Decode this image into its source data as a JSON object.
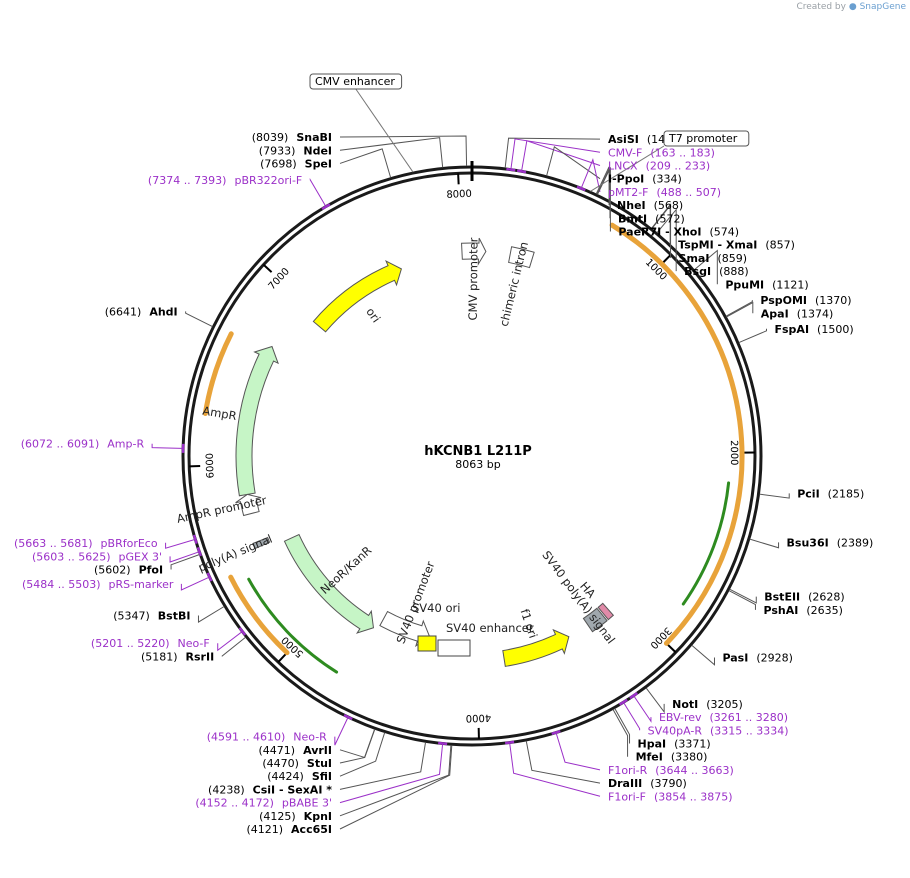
{
  "credit": {
    "prefix": "Created by",
    "brand": "SnapGene"
  },
  "plasmid": {
    "name": "hKCNB1 L211P",
    "size_label": "8063 bp",
    "length": 8063
  },
  "ticks": [
    {
      "bp": 1000,
      "label": "1000"
    },
    {
      "bp": 2000,
      "label": "2000"
    },
    {
      "bp": 3000,
      "label": "3000"
    },
    {
      "bp": 4000,
      "label": "4000"
    },
    {
      "bp": 5000,
      "label": "5000"
    },
    {
      "bp": 6000,
      "label": "6000"
    },
    {
      "bp": 7000,
      "label": "7000"
    },
    {
      "bp": 8000,
      "label": "8000"
    }
  ],
  "sites": [
    {
      "pos": "(147)",
      "name": "AsiSI",
      "bp": 147,
      "kind": "enzyme",
      "side": "right"
    },
    {
      "pos": "(334)",
      "name": "I-PpoI",
      "bp": 334,
      "kind": "enzyme",
      "side": "right"
    },
    {
      "pos": "(568)",
      "name": "NheI",
      "bp": 568,
      "kind": "enzyme",
      "side": "right"
    },
    {
      "pos": "(572)",
      "name": "BmtI",
      "bp": 572,
      "kind": "enzyme",
      "side": "right"
    },
    {
      "pos": "(574)",
      "name": "PaeR7I - XhoI",
      "bp": 574,
      "kind": "enzyme",
      "side": "right"
    },
    {
      "pos": "(857)",
      "name": "TspMI - XmaI",
      "bp": 857,
      "kind": "enzyme",
      "side": "right"
    },
    {
      "pos": "(859)",
      "name": "SmaI",
      "bp": 859,
      "kind": "enzyme",
      "side": "right"
    },
    {
      "pos": "(888)",
      "name": "BsgI",
      "bp": 888,
      "kind": "enzyme",
      "side": "right"
    },
    {
      "pos": "(1121)",
      "name": "PpuMI",
      "bp": 1121,
      "kind": "enzyme",
      "side": "right"
    },
    {
      "pos": "(1370)",
      "name": "PspOMI",
      "bp": 1370,
      "kind": "enzyme",
      "side": "right"
    },
    {
      "pos": "(1374)",
      "name": "ApaI",
      "bp": 1374,
      "kind": "enzyme",
      "side": "right"
    },
    {
      "pos": "(1500)",
      "name": "FspAI",
      "bp": 1500,
      "kind": "enzyme",
      "side": "right"
    },
    {
      "pos": "(2185)",
      "name": "PciI",
      "bp": 2185,
      "kind": "enzyme",
      "side": "right"
    },
    {
      "pos": "(2389)",
      "name": "Bsu36I",
      "bp": 2389,
      "kind": "enzyme",
      "side": "right"
    },
    {
      "pos": "(2628)",
      "name": "BstEII",
      "bp": 2628,
      "kind": "enzyme",
      "side": "right"
    },
    {
      "pos": "(2635)",
      "name": "PshAI",
      "bp": 2635,
      "kind": "enzyme",
      "side": "right"
    },
    {
      "pos": "(2928)",
      "name": "PasI",
      "bp": 2928,
      "kind": "enzyme",
      "side": "right"
    },
    {
      "pos": "(3205)",
      "name": "NotI",
      "bp": 3205,
      "kind": "enzyme",
      "side": "right"
    },
    {
      "pos": "(3261 .. 3280)",
      "name": "EBV-rev",
      "bp": 3270,
      "kind": "primer",
      "side": "right"
    },
    {
      "pos": "(3315 .. 3334)",
      "name": "SV40pA-R",
      "bp": 3324,
      "kind": "primer",
      "side": "right"
    },
    {
      "pos": "(3371)",
      "name": "HpaI",
      "bp": 3371,
      "kind": "enzyme",
      "side": "right"
    },
    {
      "pos": "(3380)",
      "name": "MfeI",
      "bp": 3380,
      "kind": "enzyme",
      "side": "right"
    },
    {
      "pos": "(3644 .. 3663)",
      "name": "F1ori-R",
      "bp": 3653,
      "kind": "primer",
      "side": "right"
    },
    {
      "pos": "(3790)",
      "name": "DraIII",
      "bp": 3790,
      "kind": "enzyme",
      "side": "right"
    },
    {
      "pos": "(3854 .. 3875)",
      "name": "F1ori-F",
      "bp": 3864,
      "kind": "primer",
      "side": "right"
    },
    {
      "pos": "(4121)",
      "name": "Acc65I",
      "bp": 4121,
      "kind": "enzyme",
      "side": "left"
    },
    {
      "pos": "(4125)",
      "name": "KpnI",
      "bp": 4125,
      "kind": "enzyme",
      "side": "left"
    },
    {
      "pos": "(4152 .. 4172)",
      "name": "pBABE 3'",
      "bp": 4162,
      "kind": "primer",
      "side": "left"
    },
    {
      "pos": "(4238)",
      "name": "CsiI - SexAI *",
      "bp": 4238,
      "kind": "enzyme",
      "side": "left"
    },
    {
      "pos": "(4424)",
      "name": "SfiI",
      "bp": 4424,
      "kind": "enzyme",
      "side": "left"
    },
    {
      "pos": "(4470)",
      "name": "StuI",
      "bp": 4470,
      "kind": "enzyme",
      "side": "left"
    },
    {
      "pos": "(4471)",
      "name": "AvrII",
      "bp": 4471,
      "kind": "enzyme",
      "side": "left"
    },
    {
      "pos": "(4591 .. 4610)",
      "name": "Neo-R",
      "bp": 4600,
      "kind": "primer",
      "side": "left"
    },
    {
      "pos": "(5181)",
      "name": "RsrII",
      "bp": 5181,
      "kind": "enzyme",
      "side": "left"
    },
    {
      "pos": "(5201 .. 5220)",
      "name": "Neo-F",
      "bp": 5210,
      "kind": "primer",
      "side": "left"
    },
    {
      "pos": "(5347)",
      "name": "BstBI",
      "bp": 5347,
      "kind": "enzyme",
      "side": "left"
    },
    {
      "pos": "(5484 .. 5503)",
      "name": "pRS-marker",
      "bp": 5493,
      "kind": "primer",
      "side": "left"
    },
    {
      "pos": "(5602)",
      "name": "PfoI",
      "bp": 5602,
      "kind": "enzyme",
      "side": "left"
    },
    {
      "pos": "(5603 .. 5625)",
      "name": "pGEX 3'",
      "bp": 5614,
      "kind": "primer",
      "side": "left"
    },
    {
      "pos": "(5663 .. 5681)",
      "name": "pBRforEco",
      "bp": 5672,
      "kind": "primer",
      "side": "left"
    },
    {
      "pos": "(6072 .. 6091)",
      "name": "Amp-R",
      "bp": 6081,
      "kind": "primer",
      "side": "left"
    },
    {
      "pos": "(6641)",
      "name": "AhdI",
      "bp": 6641,
      "kind": "enzyme",
      "side": "left"
    },
    {
      "pos": "(7374 .. 7393)",
      "name": "pBR322ori-F",
      "bp": 7383,
      "kind": "primer",
      "side": "left"
    },
    {
      "pos": "(7698)",
      "name": "SpeI",
      "bp": 7698,
      "kind": "enzyme",
      "side": "left"
    },
    {
      "pos": "(7933)",
      "name": "NdeI",
      "bp": 7933,
      "kind": "enzyme",
      "side": "left"
    },
    {
      "pos": "(8039)",
      "name": "SnaBI",
      "bp": 8039,
      "kind": "enzyme",
      "side": "left"
    },
    {
      "pos": "(163 .. 183)",
      "name": "CMV-F",
      "bp": 173,
      "kind": "primer",
      "side": "right"
    },
    {
      "pos": "(209 .. 233)",
      "name": "LNCX",
      "bp": 221,
      "kind": "primer",
      "side": "right"
    },
    {
      "pos": "(488 .. 507)",
      "name": "pMT2-F",
      "bp": 497,
      "kind": "primer",
      "side": "right"
    }
  ],
  "boxed_labels": [
    {
      "text": "CMV enhancer",
      "bp": 7800
    },
    {
      "text": "T7 promoter",
      "bp": 540
    }
  ],
  "features": [
    {
      "name": "CMV promoter",
      "start": 8000,
      "end": 8150,
      "radius": 205,
      "dir": 1,
      "fill": "#ffffff"
    },
    {
      "name": "chimeric intron",
      "start": 240,
      "end": 380,
      "radius": 205,
      "dir": 0,
      "fill": "#ffffff"
    },
    {
      "name": "ori",
      "start": 6950,
      "end": 7600,
      "radius": 200,
      "dir": 1,
      "fill": "#ffff00"
    },
    {
      "name": "AmpR",
      "start": 5830,
      "end": 6690,
      "radius": 228,
      "dir": 1,
      "fill": "#c6f5c6"
    },
    {
      "name": "AmpR promoter",
      "start": 5720,
      "end": 5830,
      "radius": 228,
      "dir": 1,
      "fill": "#ffffff"
    },
    {
      "name": "SV40 ori",
      "start": 0,
      "end": 0,
      "radius": 0,
      "dir": 0,
      "fill": "#ffff00"
    },
    {
      "name": "SV40 enhancer",
      "start": 0,
      "end": 0,
      "radius": 0,
      "dir": 0,
      "fill": "#ffffff"
    },
    {
      "name": "SV40 promoter",
      "start": 4330,
      "end": 4670,
      "radius": 185,
      "dir": -1,
      "fill": "#ffffff"
    },
    {
      "name": "NeoR/KanR",
      "start": 4700,
      "end": 5500,
      "radius": 198,
      "dir": -1,
      "fill": "#c6f5c6"
    },
    {
      "name": "poly(A) signal",
      "start": 5530,
      "end": 5560,
      "radius": 228,
      "dir": 0,
      "fill": "#a0a8ae"
    },
    {
      "name": "f1 ori",
      "start": 3400,
      "end": 3830,
      "radius": 205,
      "dir": -1,
      "fill": "#ffff00"
    },
    {
      "name": "SV40 poly(A) signal",
      "start": 3150,
      "end": 3260,
      "radius": 205,
      "dir": 0,
      "fill": "#a0a8ae"
    },
    {
      "name": "HA",
      "start": 3100,
      "end": 3140,
      "radius": 205,
      "dir": 0,
      "fill": "#e08aa8"
    }
  ],
  "colors": {
    "primer": "#9b30c8",
    "orf": "#e8a33a",
    "orf_dark": "#8a5a10",
    "green_line": "#2e8b20"
  }
}
